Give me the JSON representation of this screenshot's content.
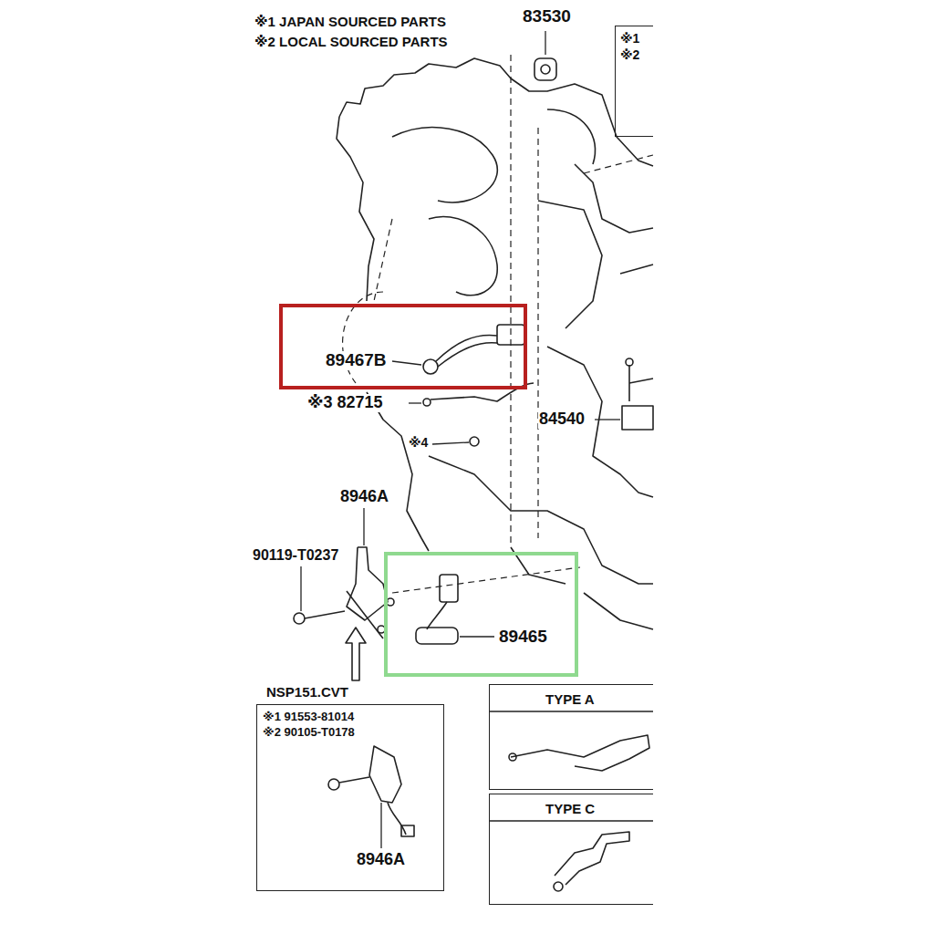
{
  "diagram": {
    "nodes": [
      {
        "text": [
          "※1",
          "※2"
        ]
      },
      {
        "text": [
          "89467B"
        ]
      },
      {
        "text": [
          "89465"
        ]
      },
      {
        "text": [
          "NSP151.CVT",
          "※1 91553-81014",
          "※2 90105-T0178",
          "8946A"
        ]
      },
      {
        "text": [
          "TYPE A"
        ]
      },
      {
        "text": [
          "TYPE C"
        ]
      }
    ],
    "labels": [
      "※1 JAPAN SOURCED PARTS",
      "※2 LOCAL SOURCED PARTS",
      "83530",
      "※3 82715",
      "84540",
      "※4",
      "8946A",
      "90119-T0237"
    ]
  }
}
